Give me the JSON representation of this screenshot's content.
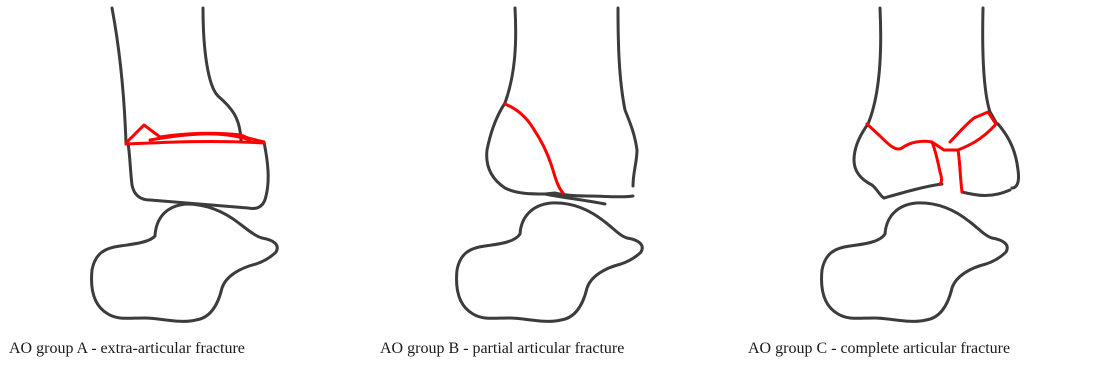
{
  "colors": {
    "bone_outline": "#3c3c3c",
    "fracture_line": "#ff0000",
    "background": "#ffffff"
  },
  "panels": [
    {
      "caption": "AO group A - extra-articular fracture",
      "fracture_type": "extra-articular"
    },
    {
      "caption": "AO group B - partial articular fracture",
      "fracture_type": "partial-articular"
    },
    {
      "caption": "AO group C - complete articular fracture",
      "fracture_type": "complete-articular"
    }
  ]
}
